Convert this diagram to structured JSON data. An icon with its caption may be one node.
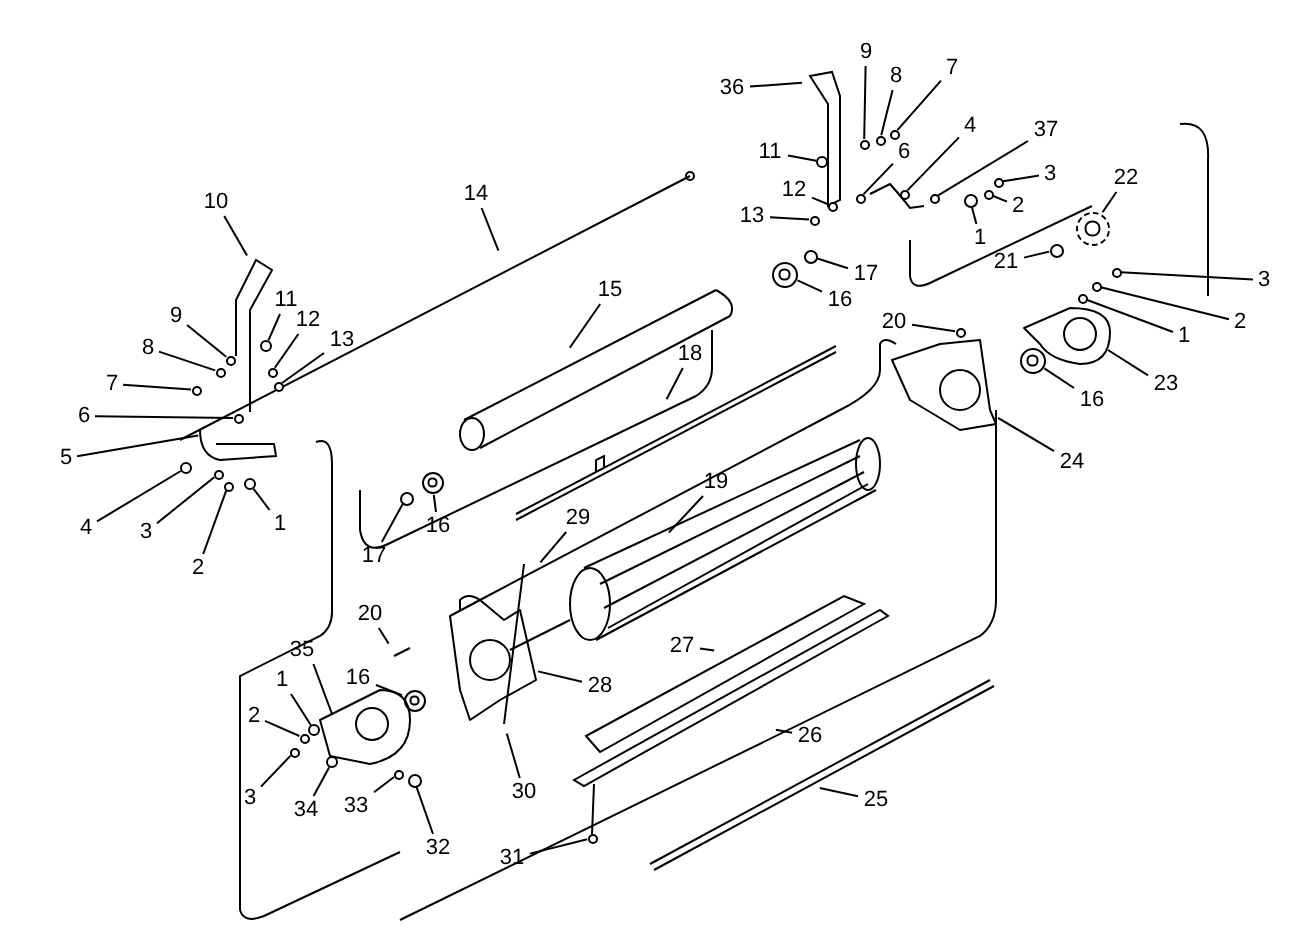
{
  "diagram": {
    "nodes": [
      {
        "text": [
          "36"
        ]
      },
      {
        "text": [
          "9"
        ]
      },
      {
        "text": [
          "8"
        ]
      },
      {
        "text": [
          "7"
        ]
      },
      {
        "text": [
          "11"
        ]
      },
      {
        "text": [
          "4"
        ]
      },
      {
        "text": [
          "37"
        ]
      },
      {
        "text": [
          "6"
        ]
      },
      {
        "text": [
          "3"
        ]
      },
      {
        "text": [
          "12"
        ]
      },
      {
        "text": [
          "2"
        ]
      },
      {
        "text": [
          "13"
        ]
      },
      {
        "text": [
          "22"
        ]
      },
      {
        "text": [
          "1"
        ]
      },
      {
        "text": [
          "10"
        ]
      },
      {
        "text": [
          "14"
        ]
      },
      {
        "text": [
          "21"
        ]
      },
      {
        "text": [
          "17"
        ]
      },
      {
        "text": [
          "3"
        ]
      },
      {
        "text": [
          "16"
        ]
      },
      {
        "text": [
          "9"
        ]
      },
      {
        "text": [
          "11"
        ]
      },
      {
        "text": [
          "15"
        ]
      },
      {
        "text": [
          "8"
        ]
      },
      {
        "text": [
          "2"
        ]
      },
      {
        "text": [
          "20"
        ]
      },
      {
        "text": [
          "12"
        ]
      },
      {
        "text": [
          "13"
        ]
      },
      {
        "text": [
          "1"
        ]
      },
      {
        "text": [
          "7"
        ]
      },
      {
        "text": [
          "18"
        ]
      },
      {
        "text": [
          "23"
        ]
      },
      {
        "text": [
          "6"
        ]
      },
      {
        "text": [
          "16"
        ]
      },
      {
        "text": [
          "5"
        ]
      },
      {
        "text": [
          "24"
        ]
      },
      {
        "text": [
          "19"
        ]
      },
      {
        "text": [
          "4"
        ]
      },
      {
        "text": [
          "3"
        ]
      },
      {
        "text": [
          "1"
        ]
      },
      {
        "text": [
          "29"
        ]
      },
      {
        "text": [
          "17"
        ]
      },
      {
        "text": [
          "16"
        ]
      },
      {
        "text": [
          "2"
        ]
      },
      {
        "text": [
          "20"
        ]
      },
      {
        "text": [
          "27"
        ]
      },
      {
        "text": [
          "35"
        ]
      },
      {
        "text": [
          "16"
        ]
      },
      {
        "text": [
          "1"
        ]
      },
      {
        "text": [
          "28"
        ]
      },
      {
        "text": [
          "2"
        ]
      },
      {
        "text": [
          "26"
        ]
      },
      {
        "text": [
          "30"
        ]
      },
      {
        "text": [
          "3"
        ]
      },
      {
        "text": [
          "25"
        ]
      },
      {
        "text": [
          "34"
        ]
      },
      {
        "text": [
          "33"
        ]
      },
      {
        "text": [
          "32"
        ]
      },
      {
        "text": [
          "31"
        ]
      },
      {
        "text": [],
        "shape": "circle"
      },
      {
        "text": [],
        "shape": "circle"
      },
      {
        "text": [],
        "shape": "circle"
      },
      {
        "text": [],
        "shape": "circle"
      },
      {
        "text": [],
        "shape": "circle"
      },
      {
        "text": [],
        "shape": "circle"
      },
      {
        "text": [],
        "shape": "circle"
      },
      {
        "text": [],
        "shape": "circle"
      },
      {
        "text": [],
        "shape": "circle"
      },
      {
        "text": [],
        "shape": "circle"
      },
      {
        "text": [],
        "shape": "circle"
      },
      {
        "text": [],
        "shape": "circle"
      },
      {
        "text": [],
        "shape": "circle"
      },
      {
        "text": [],
        "shape": "circle"
      },
      {
        "text": [],
        "shape": "circle"
      },
      {
        "text": [],
        "shape": "circle"
      },
      {
        "text": [],
        "shape": "circle"
      },
      {
        "text": [],
        "shape": "circle"
      },
      {
        "text": [],
        "shape": "circle"
      },
      {
        "text": [],
        "shape": "circle"
      },
      {
        "text": [],
        "shape": "circle"
      },
      {
        "text": [],
        "shape": "circle"
      },
      {
        "text": [],
        "shape": "circle"
      },
      {
        "text": [],
        "shape": "circle"
      },
      {
        "text": [],
        "shape": "circle"
      },
      {
        "text": [],
        "shape": "circle"
      },
      {
        "text": [],
        "shape": "circle"
      },
      {
        "text": [],
        "shape": "circle"
      },
      {
        "text": [],
        "shape": "circle"
      },
      {
        "text": [],
        "shape": "circle"
      },
      {
        "text": [],
        "shape": "circle"
      },
      {
        "text": [],
        "shape": "circle"
      },
      {
        "text": [],
        "shape": "circle"
      },
      {
        "text": [],
        "shape": "circle"
      },
      {
        "text": [],
        "shape": "circle"
      },
      {
        "text": [],
        "shape": "circle"
      },
      {
        "text": [],
        "shape": "circle"
      },
      {
        "text": [],
        "shape": "circle"
      },
      {
        "text": [],
        "shape": "circle"
      },
      {
        "text": [],
        "shape": "circle"
      },
      {
        "text": [],
        "shape": "circle"
      },
      {
        "text": [],
        "shape": "circle"
      },
      {
        "text": [],
        "shape": "plate"
      },
      {
        "text": [],
        "shape": "plate"
      },
      {
        "text": [],
        "shape": "plate"
      },
      {
        "text": [],
        "shape": "plate"
      }
    ],
    "edges": [
      {
        "from": 0,
        "to": null,
        "arrow": "none"
      },
      {
        "from": 1,
        "to": 59,
        "arrow": "none"
      },
      {
        "from": 2,
        "to": 60,
        "arrow": "none"
      },
      {
        "from": 3,
        "to": 61,
        "arrow": "none"
      },
      {
        "from": 4,
        "to": 62,
        "arrow": "none"
      },
      {
        "from": 5,
        "to": 63,
        "arrow": "none"
      },
      {
        "from": 6,
        "to": 100,
        "arrow": "none"
      },
      {
        "from": 7,
        "to": 64,
        "arrow": "none"
      },
      {
        "from": 8,
        "to": 65,
        "arrow": "none"
      },
      {
        "from": 9,
        "to": 66,
        "arrow": "none"
      },
      {
        "from": 10,
        "to": 67,
        "arrow": "none"
      },
      {
        "from": 11,
        "to": 68,
        "arrow": "none"
      },
      {
        "from": 12,
        "to": 69,
        "arrow": "none"
      },
      {
        "from": 13,
        "to": 70,
        "arrow": "none"
      },
      {
        "from": 14,
        "to": null,
        "arrow": "none"
      },
      {
        "from": 15,
        "to": null,
        "arrow": "none"
      },
      {
        "from": 16,
        "to": 71,
        "arrow": "none"
      },
      {
        "from": 17,
        "to": 72,
        "arrow": "none"
      },
      {
        "from": 18,
        "to": 73,
        "arrow": "none"
      },
      {
        "from": 19,
        "to": 74,
        "arrow": "none"
      },
      {
        "from": 20,
        "to": 75,
        "arrow": "none"
      },
      {
        "from": 21,
        "to": 76,
        "arrow": "none"
      },
      {
        "from": 22,
        "to": null,
        "arrow": "none"
      },
      {
        "from": 23,
        "to": 77,
        "arrow": "none"
      },
      {
        "from": 24,
        "to": 78,
        "arrow": "none"
      },
      {
        "from": 25,
        "to": 99,
        "arrow": "none"
      },
      {
        "from": 26,
        "to": 79,
        "arrow": "none"
      },
      {
        "from": 27,
        "to": 80,
        "arrow": "none"
      },
      {
        "from": 28,
        "to": 81,
        "arrow": "none"
      },
      {
        "from": 29,
        "to": 82,
        "arrow": "none"
      },
      {
        "from": 30,
        "to": null,
        "arrow": "none"
      },
      {
        "from": 31,
        "to": 103,
        "arrow": "none"
      },
      {
        "from": 32,
        "to": 83,
        "arrow": "none"
      },
      {
        "from": 33,
        "to": 84,
        "arrow": "none"
      },
      {
        "from": 34,
        "to": null,
        "arrow": "none"
      },
      {
        "from": 35,
        "to": 102,
        "arrow": "none"
      },
      {
        "from": 36,
        "to": null,
        "arrow": "none"
      },
      {
        "from": 37,
        "to": 85,
        "arrow": "none"
      },
      {
        "from": 38,
        "to": 86,
        "arrow": "none"
      },
      {
        "from": 39,
        "to": 87,
        "arrow": "none"
      },
      {
        "from": 40,
        "to": null,
        "arrow": "none"
      },
      {
        "from": 41,
        "to": 88,
        "arrow": "none"
      },
      {
        "from": 42,
        "to": 89,
        "arrow": "none"
      },
      {
        "from": 43,
        "to": 90,
        "arrow": "none"
      },
      {
        "from": 44,
        "to": null,
        "arrow": "none"
      },
      {
        "from": 45,
        "to": null,
        "arrow": "none"
      },
      {
        "from": 46,
        "to": 104,
        "arrow": "none"
      },
      {
        "from": 47,
        "to": 91,
        "arrow": "none"
      },
      {
        "from": 48,
        "to": 92,
        "arrow": "none"
      },
      {
        "from": 49,
        "to": 101,
        "arrow": "none"
      },
      {
        "from": 50,
        "to": 93,
        "arrow": "none"
      },
      {
        "from": 51,
        "to": null,
        "arrow": "none"
      },
      {
        "from": 52,
        "to": null,
        "arrow": "none"
      },
      {
        "from": 53,
        "to": 94,
        "arrow": "none"
      },
      {
        "from": 54,
        "to": null,
        "arrow": "none"
      },
      {
        "from": 55,
        "to": 95,
        "arrow": "none"
      },
      {
        "from": 56,
        "to": 96,
        "arrow": "none"
      },
      {
        "from": 57,
        "to": 97,
        "arrow": "none"
      },
      {
        "from": 58,
        "to": 98,
        "arrow": "none"
      }
    ]
  }
}
